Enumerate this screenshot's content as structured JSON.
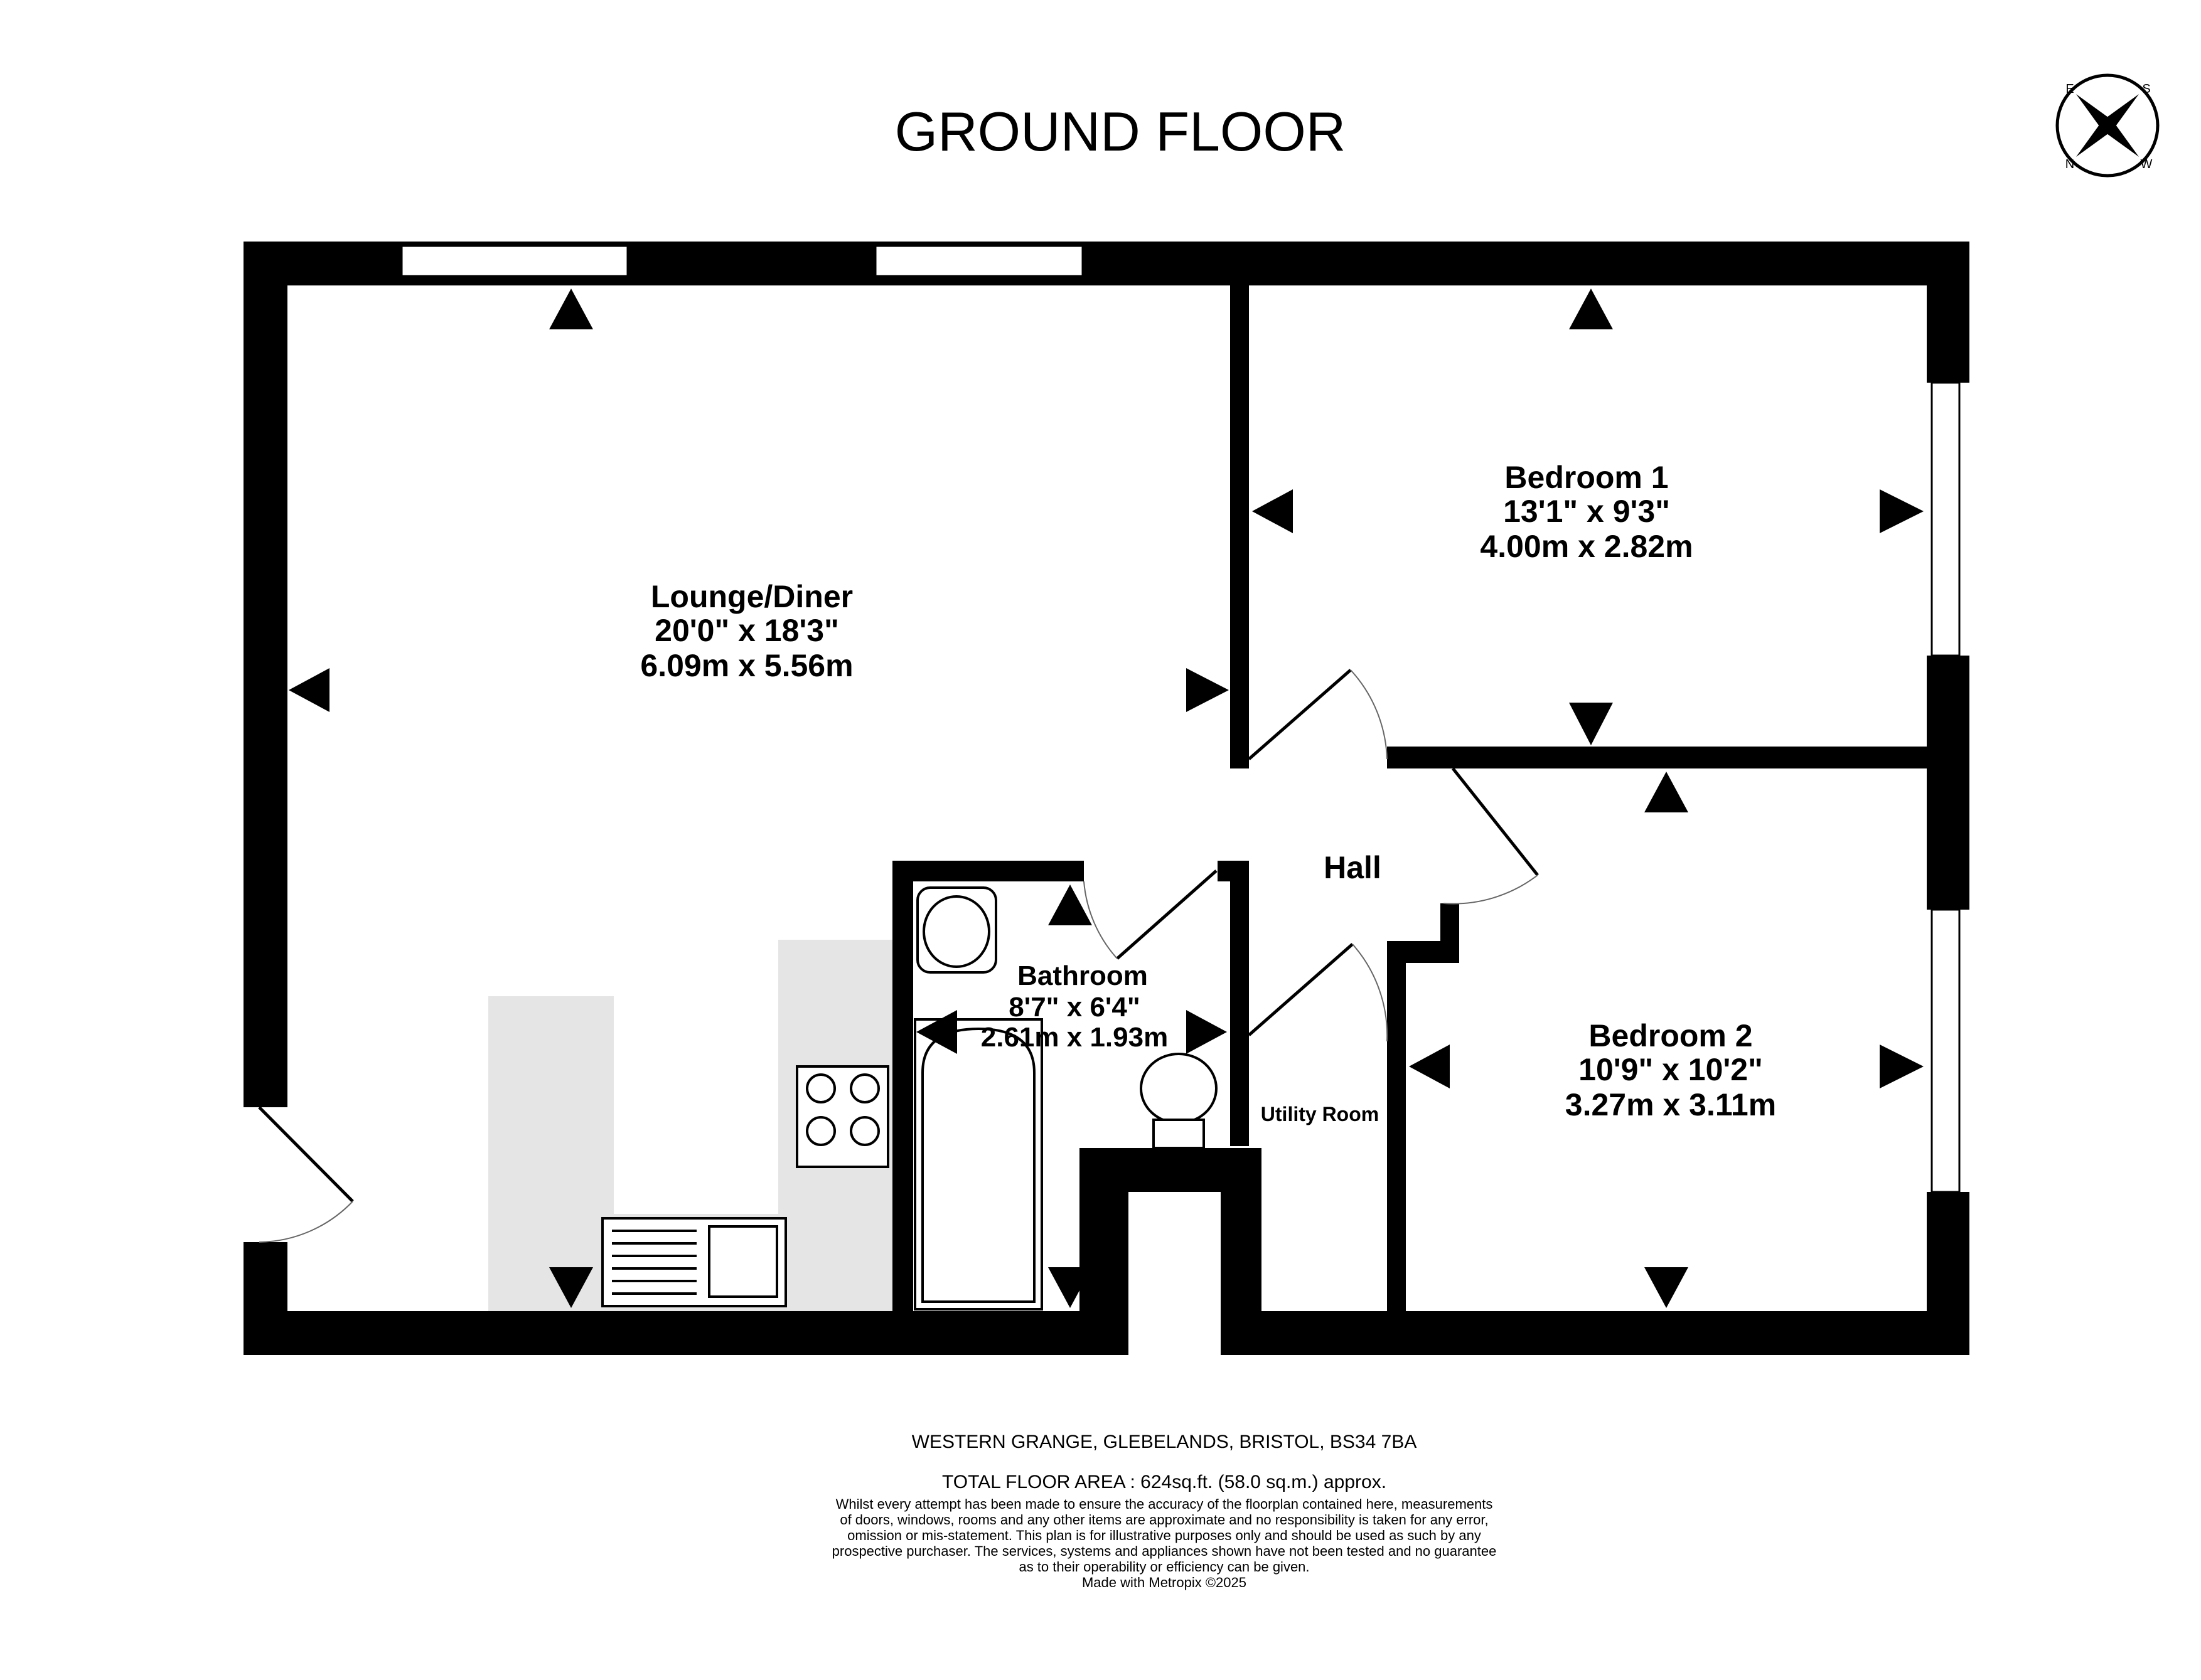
{
  "title": "GROUND FLOOR",
  "compass": {
    "icon": "compass-icon",
    "letters": [
      "S",
      "E",
      "N",
      "W"
    ]
  },
  "rooms": {
    "lounge": {
      "name": "Lounge/Diner",
      "imperial": "20'0\"  x 18'3\"",
      "metric": "6.09m  x 5.56m"
    },
    "bedroom1": {
      "name": "Bedroom 1",
      "imperial": "13'1\"  x 9'3\"",
      "metric": "4.00m  x 2.82m"
    },
    "bedroom2": {
      "name": "Bedroom 2",
      "imperial": "10'9\"  x 10'2\"",
      "metric": "3.27m  x 3.11m"
    },
    "bathroom": {
      "name": "Bathroom",
      "imperial": "8'7\"  x 6'4\"",
      "metric": "2.61m  x 1.93m"
    },
    "hall": {
      "name": "Hall"
    },
    "utility": {
      "name": "Utility Room"
    }
  },
  "footer": {
    "address": "WESTERN GRANGE, GLEBELANDS, BRISTOL, BS34 7BA",
    "area": "TOTAL FLOOR AREA : 624sq.ft. (58.0 sq.m.) approx.",
    "disclaimer": [
      "Whilst every attempt has been made to ensure the accuracy of the floorplan contained here, measurements",
      "of doors, windows, rooms and any other items are approximate and no responsibility is taken for any error,",
      "omission or mis-statement. This plan is for illustrative purposes only and should be used as such by any",
      "prospective purchaser. The services, systems and appliances shown have not been tested and no guarantee",
      "as to their operability or efficiency can be given.",
      "Made with Metropix ©2025"
    ]
  }
}
